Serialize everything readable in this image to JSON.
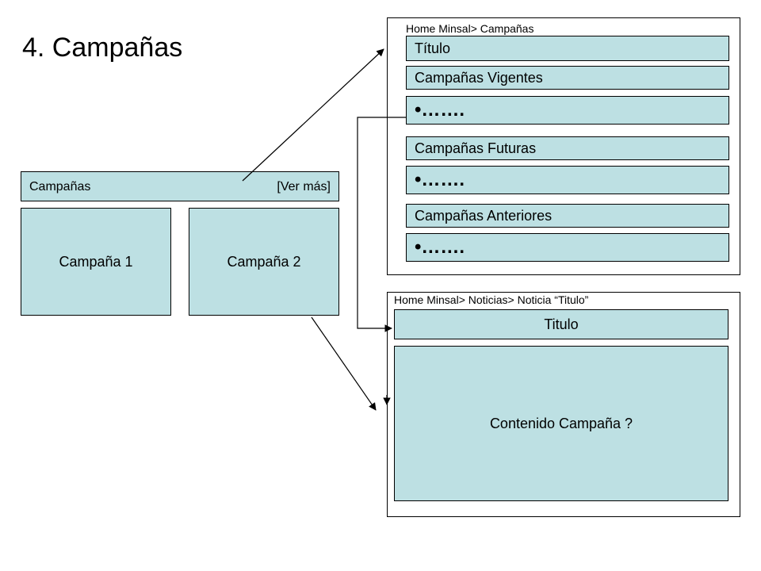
{
  "slide": {
    "title": "4. Campañas"
  },
  "home_widget": {
    "header_label": "Campañas",
    "more_link": "[Ver más]",
    "cards": [
      "Campaña 1",
      "Campaña 2"
    ]
  },
  "campaigns_page": {
    "breadcrumb": "Home Minsal> Campañas",
    "title": "Título",
    "sections": [
      {
        "heading": "Campañas Vigentes",
        "placeholder": "•……."
      },
      {
        "heading": "Campañas Futuras",
        "placeholder": "•……."
      },
      {
        "heading": "Campañas Anteriores",
        "placeholder": "•……."
      }
    ]
  },
  "detail_page": {
    "breadcrumb": "Home Minsal> Noticias> Noticia “Titulo”",
    "title": "Titulo",
    "content": "Contenido Campaña ?"
  }
}
